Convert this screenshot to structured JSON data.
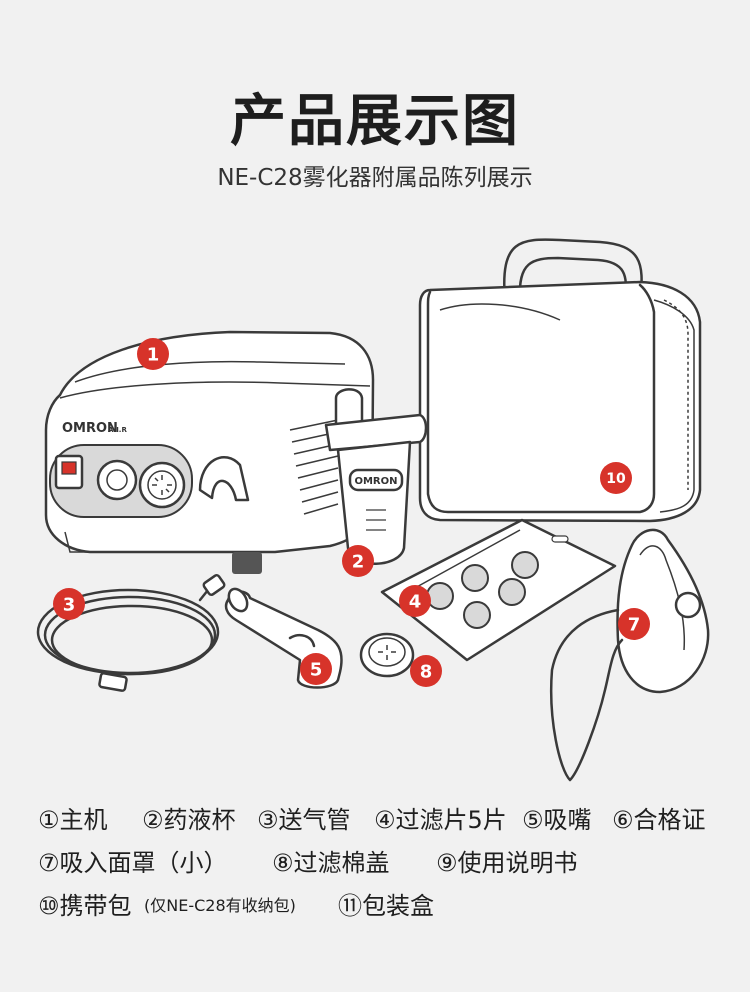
{
  "title": "产品展示图",
  "subtitle": "NE-C28雾化器附属品陈列展示",
  "device_logo": "OMRON",
  "device_sublabel": "A.I.R",
  "cup_logo": "OMRON",
  "badges": [
    "1",
    "2",
    "3",
    "4",
    "5",
    "7",
    "8",
    "10"
  ],
  "legend": {
    "r1": [
      "①主机",
      "②药液杯",
      "③送气管",
      "④过滤片5片",
      "⑤吸嘴",
      "⑥合格证"
    ],
    "r2": [
      "⑦吸入面罩（小）",
      "⑧过滤棉盖",
      "⑨使用说明书"
    ],
    "r3_a": "⑩携带包",
    "r3_note": "(仅NE-C28有收纳包)",
    "r3_b": "⑪包装盒"
  },
  "colors": {
    "badge": "#d7332a",
    "background": "#f1f1f1"
  }
}
